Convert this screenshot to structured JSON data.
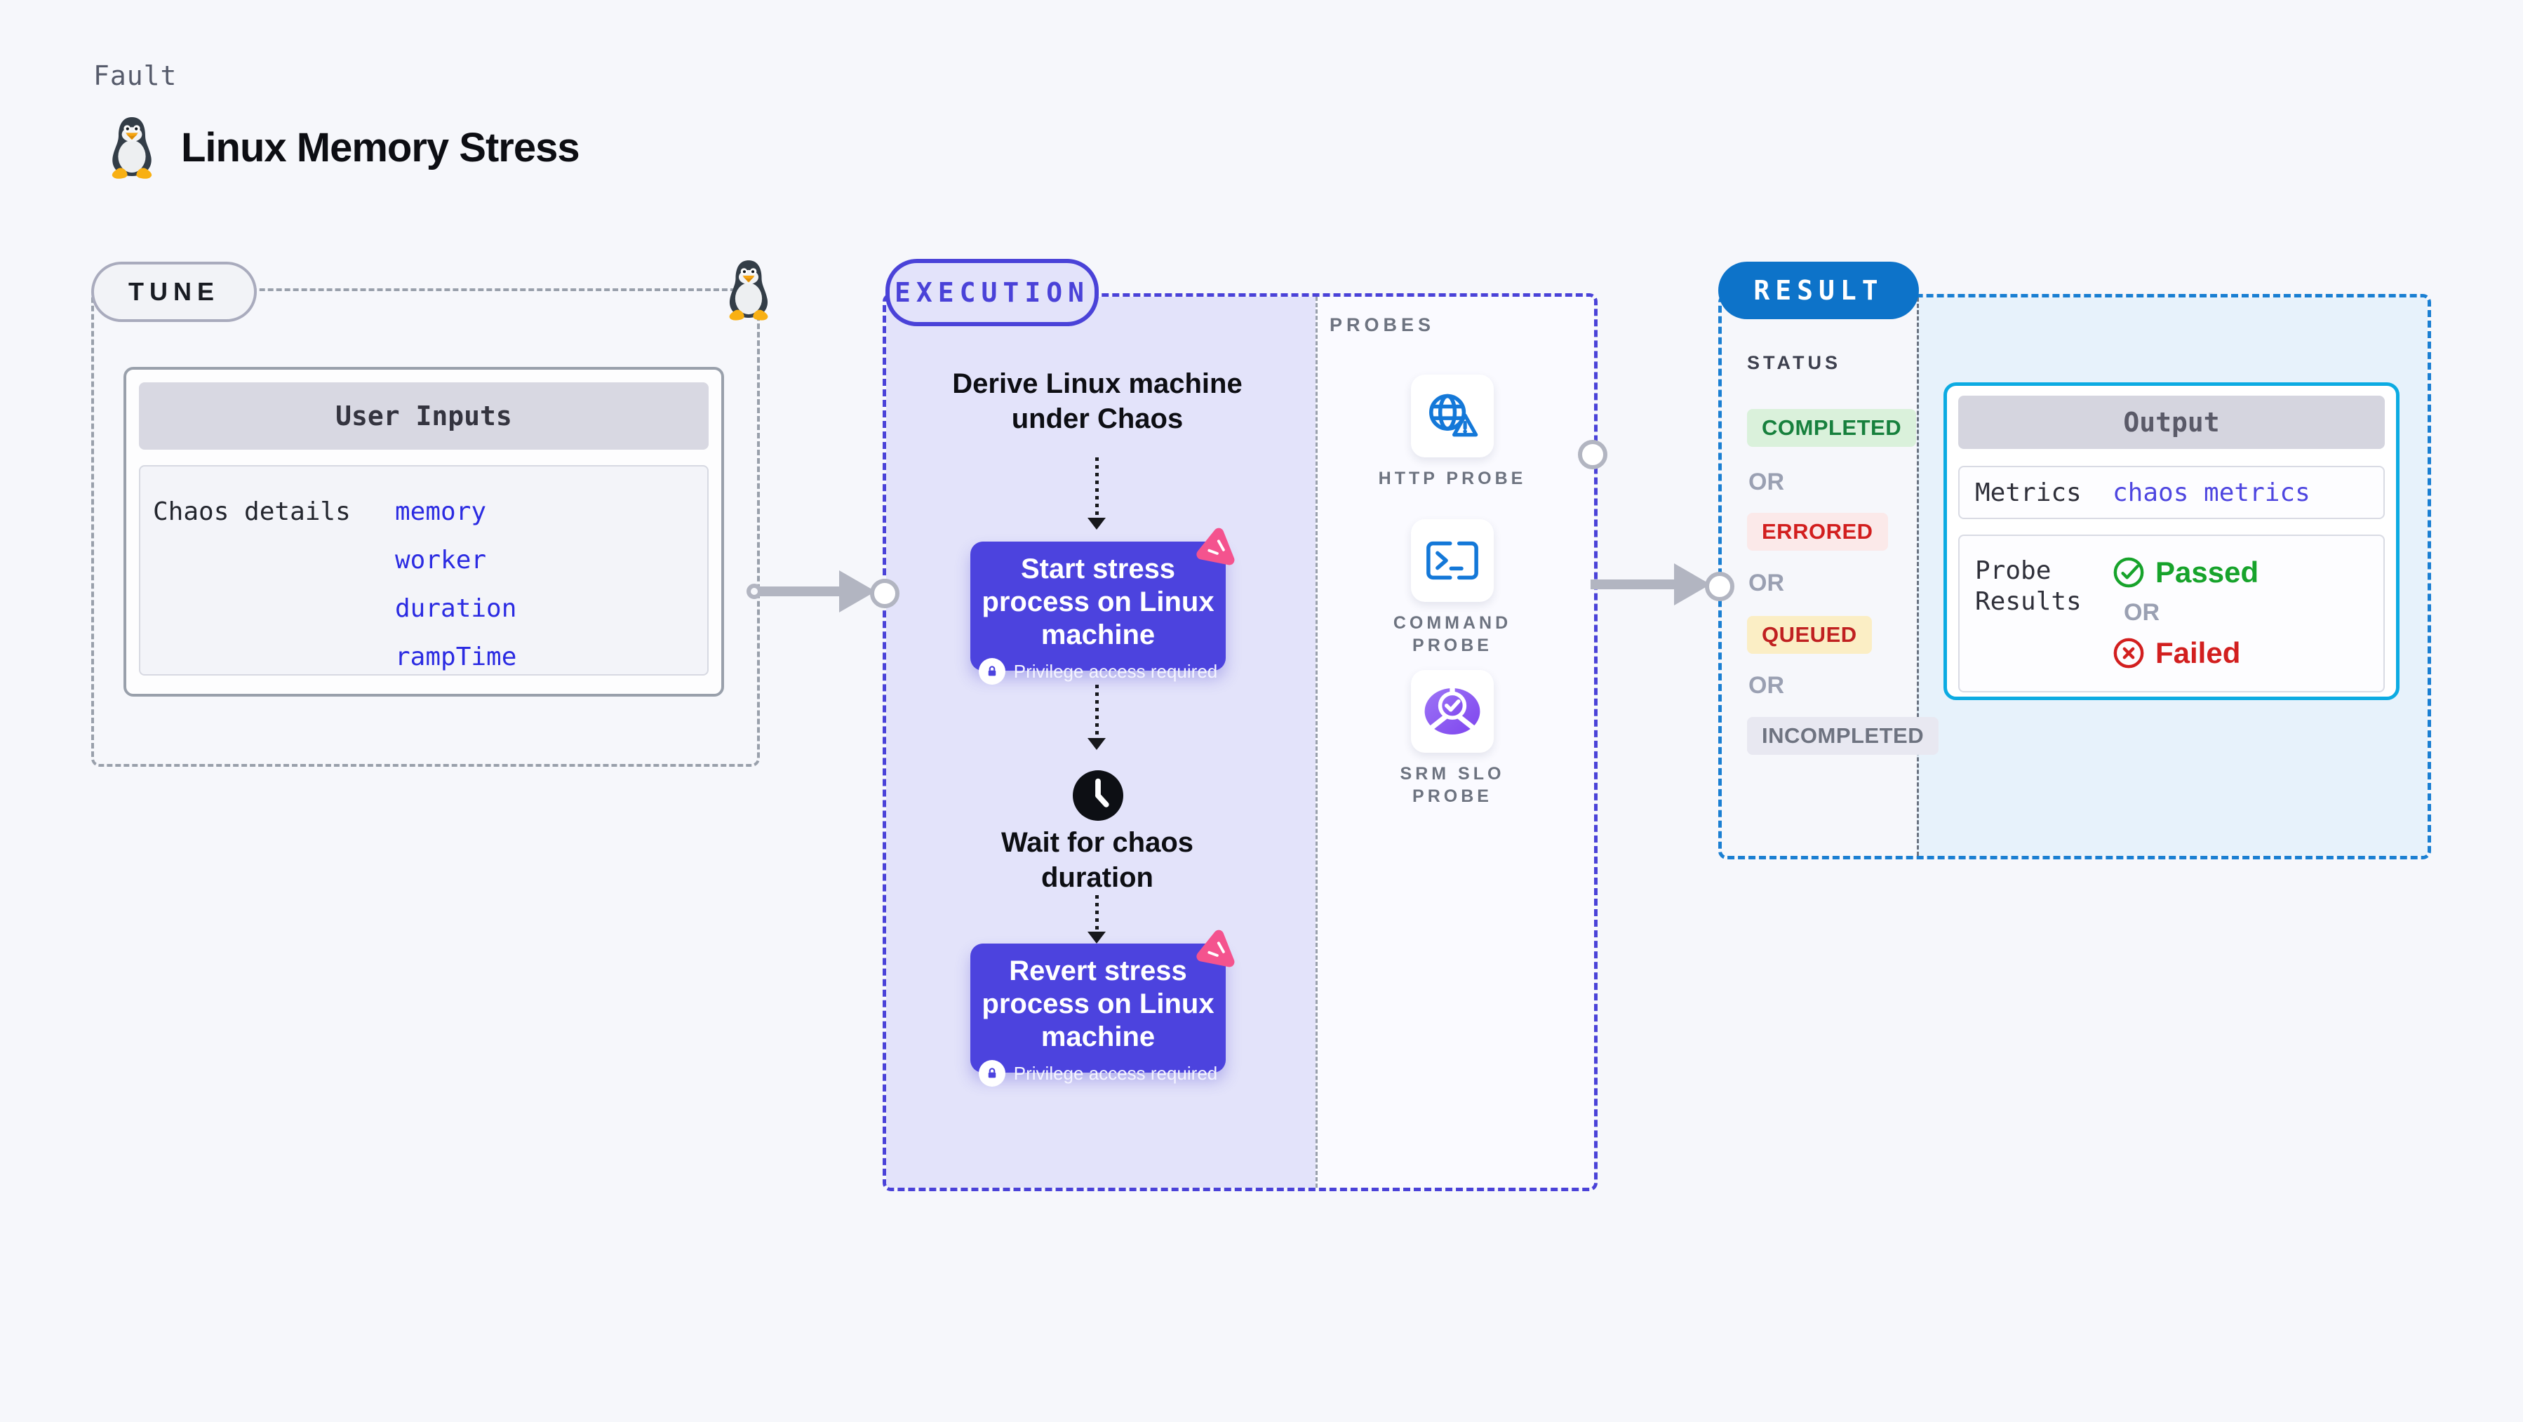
{
  "header": {
    "kicker": "Fault",
    "title": "Linux Memory Stress",
    "title_icon": "linux-tux-icon"
  },
  "tune": {
    "label": "TUNE",
    "corner_icon": "linux-tux-icon",
    "user_inputs": {
      "title": "User Inputs",
      "row_label": "Chaos details",
      "values": [
        "memory",
        "worker",
        "duration",
        "rampTime"
      ]
    }
  },
  "execution": {
    "label": "EXECUTION",
    "derive_lines": [
      "Derive Linux machine",
      "under Chaos"
    ],
    "start_node": {
      "lines": [
        "Start stress",
        "process on Linux",
        "machine"
      ],
      "privilege_note": "Privilege access required"
    },
    "wait_lines": [
      "Wait for chaos",
      "duration"
    ],
    "revert_node": {
      "lines": [
        "Revert stress",
        "process on Linux",
        "machine"
      ],
      "privilege_note": "Privilege access required"
    }
  },
  "probes": {
    "label": "PROBES",
    "items": [
      {
        "icon": "globe-alert-icon",
        "name_lines": [
          "HTTP PROBE",
          ""
        ]
      },
      {
        "icon": "terminal-icon",
        "name_lines": [
          "COMMAND",
          "PROBE"
        ]
      },
      {
        "icon": "slo-gauge-icon",
        "name_lines": [
          "SRM SLO",
          "PROBE"
        ]
      }
    ]
  },
  "result": {
    "label": "RESULT",
    "status_title": "STATUS",
    "or_label": "OR",
    "statuses": [
      {
        "label": "COMPLETED",
        "bg": "#daf1db",
        "color": "#17803d"
      },
      {
        "label": "ERRORED",
        "bg": "#fbe9e9",
        "color": "#d21f1f"
      },
      {
        "label": "QUEUED",
        "bg": "#fbeec5",
        "color": "#c02121"
      },
      {
        "label": "INCOMPLETED",
        "bg": "#e8e8f1",
        "color": "#6e7380"
      }
    ],
    "output": {
      "title": "Output",
      "metrics_label": "Metrics",
      "metrics_value": "chaos metrics",
      "probe_results_lines": [
        "Probe",
        "Results"
      ],
      "passed_label": "Passed",
      "failed_label": "Failed"
    }
  },
  "colors": {
    "page_bg": "#f6f7fb",
    "tune_border": "#99a0ab",
    "execution_accent": "#4a42d8",
    "execution_bg": "#e3e3fa",
    "node_bg": "#4c43de",
    "node_badge_pink": "#f4538e",
    "probe_icon_blue": "#1478d8",
    "srm_purple": "#8a5cf0",
    "result_accent": "#1a7fd2",
    "result_bg": "#e7f2fb",
    "result_pill_bg": "#0d73c9",
    "output_border": "#0cabe2",
    "input_value_blue": "#2b2be2",
    "arrow_gray": "#b2b5c1"
  }
}
